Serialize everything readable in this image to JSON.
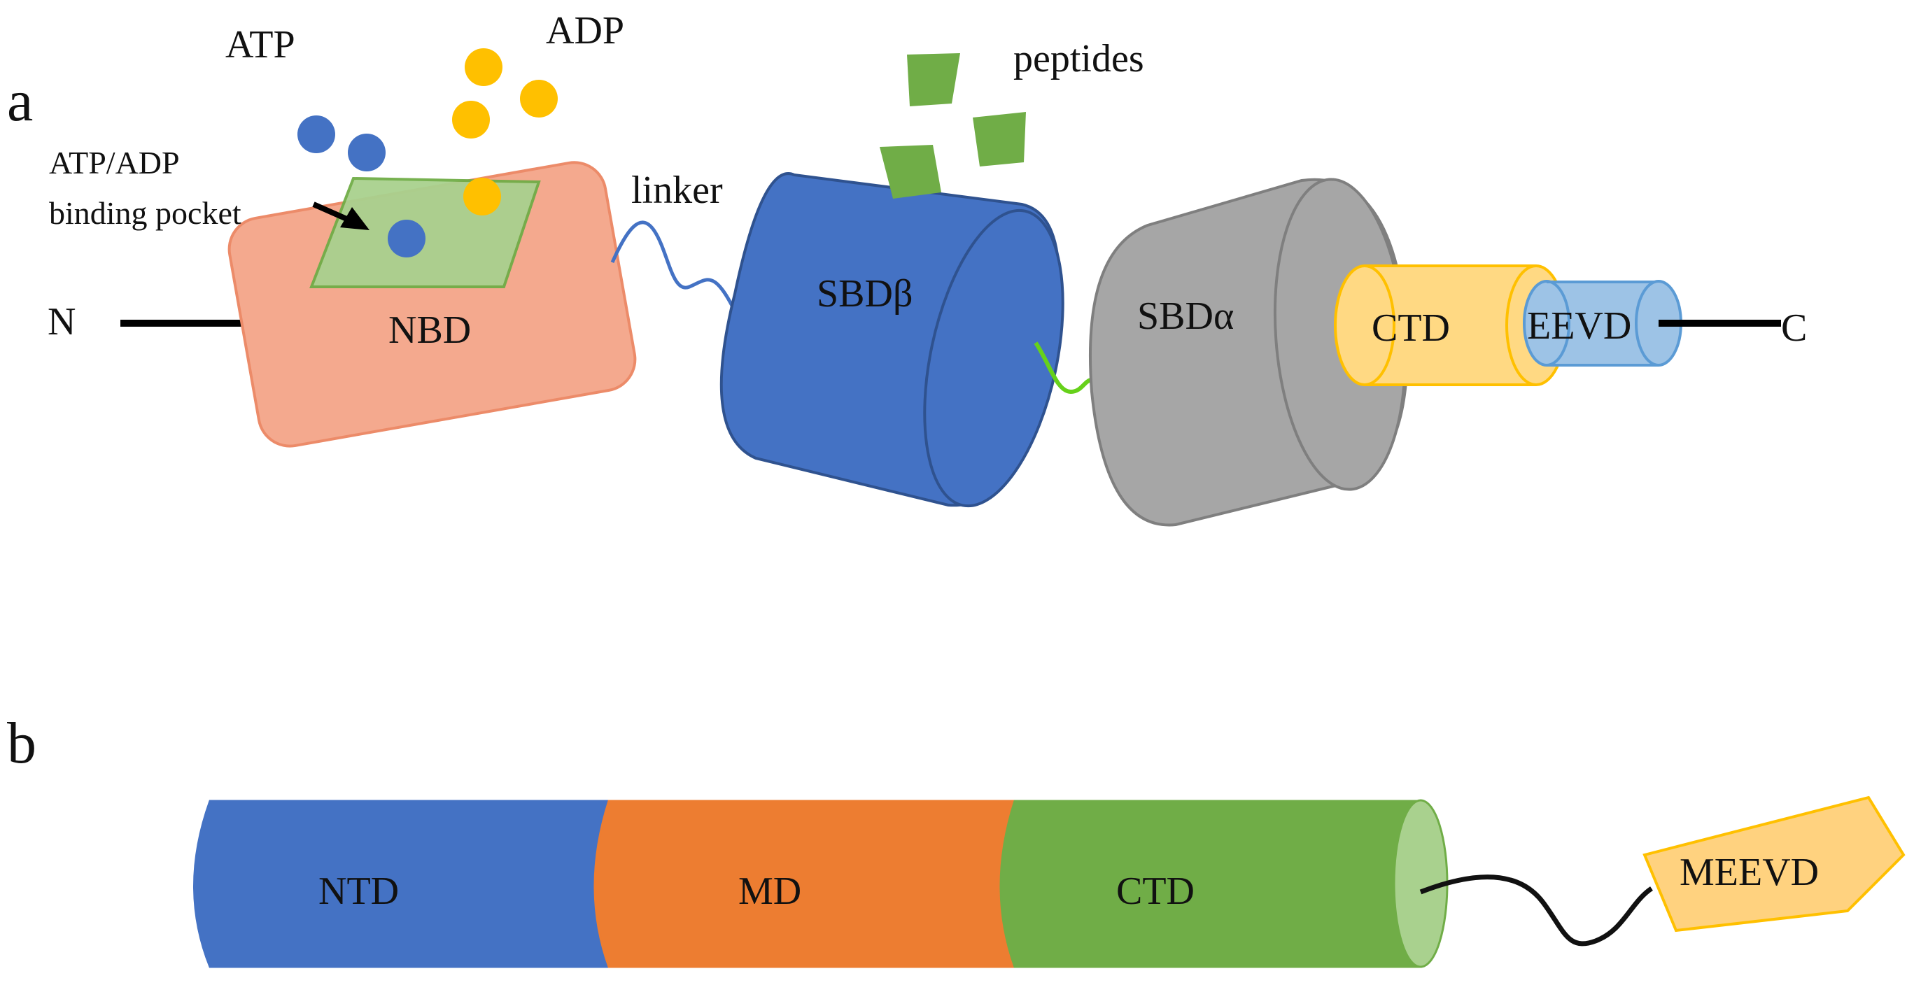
{
  "panels": {
    "a": {
      "label": "a",
      "n_terminus": "N",
      "c_terminus": "C",
      "atp": "ATP",
      "adp": "ADP",
      "peptides": "peptides",
      "pocket_line1": "ATP/ADP",
      "pocket_line2": "binding pocket",
      "linker": "linker",
      "nbd": "NBD",
      "sbd_beta": "SBDβ",
      "sbd_alpha": "SBDα",
      "ctd": "CTD",
      "eevd": "EEVD"
    },
    "b": {
      "label": "b",
      "ntd": "NTD",
      "md": "MD",
      "ctd": "CTD",
      "meevd": "MEEVD"
    }
  },
  "colors": {
    "nbd": "#f4a98e",
    "nbd_stroke": "#ec8b69",
    "pocket": "#a9d18e",
    "pocket_stroke": "#70ad47",
    "atp": "#4472c4",
    "adp": "#ffc000",
    "peptide": "#70ad47",
    "sbd_beta": "#4472c4",
    "sbd_beta_stroke": "#2f528f",
    "sbd_alpha": "#a6a6a6",
    "sbd_alpha_stroke": "#7f7f7f",
    "ctd_a": "#ffd983",
    "ctd_a_stroke": "#ffc000",
    "eevd": "#9dc3e6",
    "eevd_stroke": "#5b9bd5",
    "linker_blue": "#4472c4",
    "linker_green": "#66d11a",
    "ntd": "#4472c4",
    "md": "#ed7d31",
    "ctd_b": "#70ad47",
    "ctd_b_end": "#a9d18e",
    "meevd": "#ffd27f",
    "meevd_stroke": "#ffc000"
  }
}
